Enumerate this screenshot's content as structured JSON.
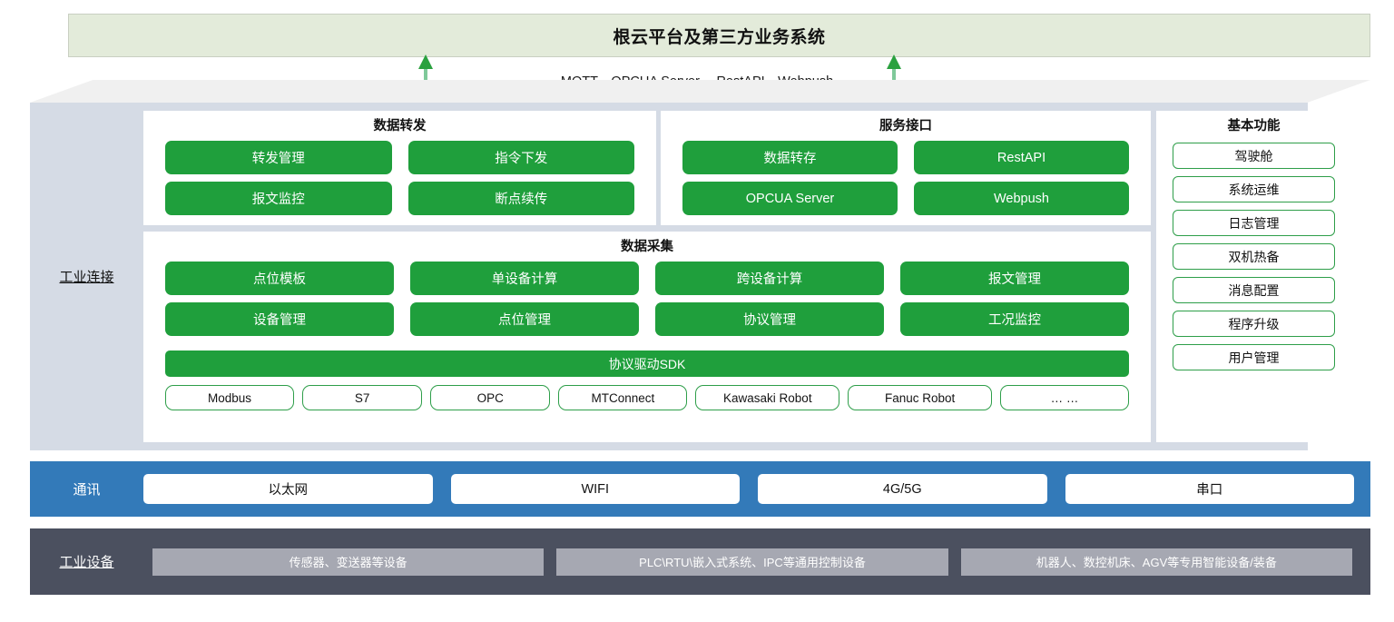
{
  "top_banner": {
    "title": "根云平台及第三方业务系统"
  },
  "protocol_caption": "MQTT，OPCUA Server， RestAPI、Webpush",
  "arrows": {
    "left_name": "double-arrow-left",
    "right_name": "double-arrow-right",
    "color": "#2AA13F"
  },
  "industrial_connect": {
    "label": "工业连接",
    "data_forward": {
      "title": "数据转发",
      "buttons": [
        "转发管理",
        "指令下发",
        "报文监控",
        "断点续传"
      ]
    },
    "service_interface": {
      "title": "服务接口",
      "buttons": [
        "数据转存",
        "RestAPI",
        "OPCUA Server",
        "Webpush"
      ]
    },
    "data_collect": {
      "title": "数据采集",
      "buttons": [
        "点位模板",
        "单设备计算",
        "跨设备计算",
        "报文管理",
        "设备管理",
        "点位管理",
        "协议管理",
        "工况监控"
      ],
      "sdk_bar": "协议驱动SDK",
      "protocols": [
        "Modbus",
        "S7",
        "OPC",
        "MTConnect",
        "Kawasaki Robot",
        "Fanuc Robot",
        "… …"
      ]
    },
    "basic_functions": {
      "title": "基本功能",
      "items": [
        "驾驶舱",
        "系统运维",
        "日志管理",
        "双机热备",
        "消息配置",
        "程序升级",
        "用户管理"
      ]
    }
  },
  "communication": {
    "label": "通讯",
    "items": [
      "以太网",
      "WIFI",
      "4G/5G",
      "串口"
    ]
  },
  "industrial_devices": {
    "label": "工业设备",
    "items": [
      "传感器、变送器等设备",
      "PLC\\RTU\\嵌入式系统、IPC等通用控制设备",
      "机器人、数控机床、AGV等专用智能设备/装备"
    ]
  },
  "colors": {
    "banner_green": "#E3EBDA",
    "button_green": "#1F9F3C",
    "panel_blue_gray": "#D5DBE5",
    "comm_blue": "#337AB9",
    "device_slate": "#4B505F",
    "device_chip_gray": "#A6A8B2"
  }
}
